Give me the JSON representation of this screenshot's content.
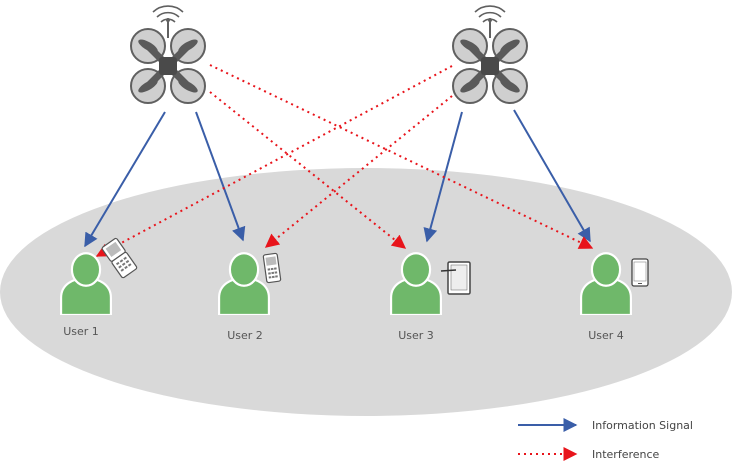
{
  "users": [
    {
      "label": "User 1",
      "device": "flip-phone-icon"
    },
    {
      "label": "User 2",
      "device": "feature-phone-icon"
    },
    {
      "label": "User 3",
      "device": "tablet-icon"
    },
    {
      "label": "User 4",
      "device": "smartphone-icon"
    }
  ],
  "drones": [
    {
      "name": "drone-left",
      "icon": "quadcopter-icon"
    },
    {
      "name": "drone-right",
      "icon": "quadcopter-icon"
    }
  ],
  "legend": {
    "information_signal": "Information Signal",
    "interference": "Interference"
  },
  "colors": {
    "information_signal": "#3a5ea8",
    "interference": "#e8141b",
    "user": "#6fb86a",
    "user_edge": "#4f9a4a",
    "ground": "#d9d9d9",
    "drone": "#bfbfbf",
    "drone_edge": "#606060"
  }
}
